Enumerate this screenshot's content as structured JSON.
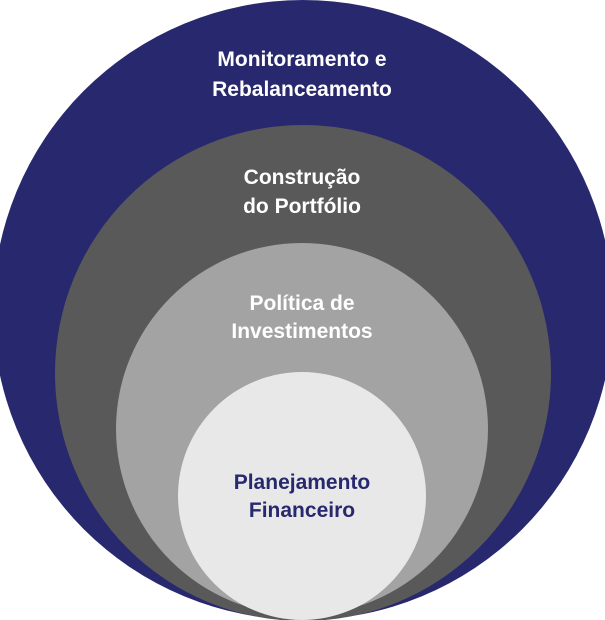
{
  "layers": [
    {
      "id": "monitoramento",
      "lines": [
        "Monitoramento e",
        "Rebalanceamento"
      ],
      "fill": "#28286e",
      "text_color": "#ffffff"
    },
    {
      "id": "construcao",
      "lines": [
        "Construção",
        "do Portfólio"
      ],
      "fill": "#595959",
      "text_color": "#ffffff"
    },
    {
      "id": "politica",
      "lines": [
        "Política de",
        "Investimentos"
      ],
      "fill": "#a3a3a3",
      "text_color": "#ffffff"
    },
    {
      "id": "planejamento",
      "lines": [
        "Planejamento",
        "Financeiro"
      ],
      "fill": "#e8e8e8",
      "text_color": "#28286e"
    }
  ]
}
